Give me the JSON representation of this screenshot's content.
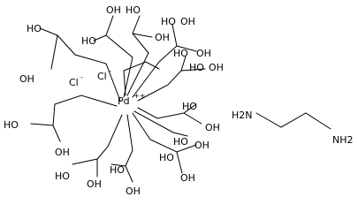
{
  "molecule": {
    "center": {
      "symbol": "Pd",
      "charge": "++"
    },
    "counter_ions": [
      "Cl",
      "Cl"
    ],
    "counter_ion_charge": "-",
    "ligand_groups": [
      "HO",
      "OH",
      "HO",
      "OH",
      "HO",
      "OH",
      "HO",
      "OH",
      "HO",
      "OH",
      "HO",
      "OH",
      "HO",
      "OH",
      "HO",
      "OH",
      "HO",
      "OH",
      "HO",
      "OH",
      "HO",
      "OH",
      "HO",
      "OH"
    ],
    "ethylenediamine": {
      "left": "H2N",
      "right": "NH2"
    }
  }
}
